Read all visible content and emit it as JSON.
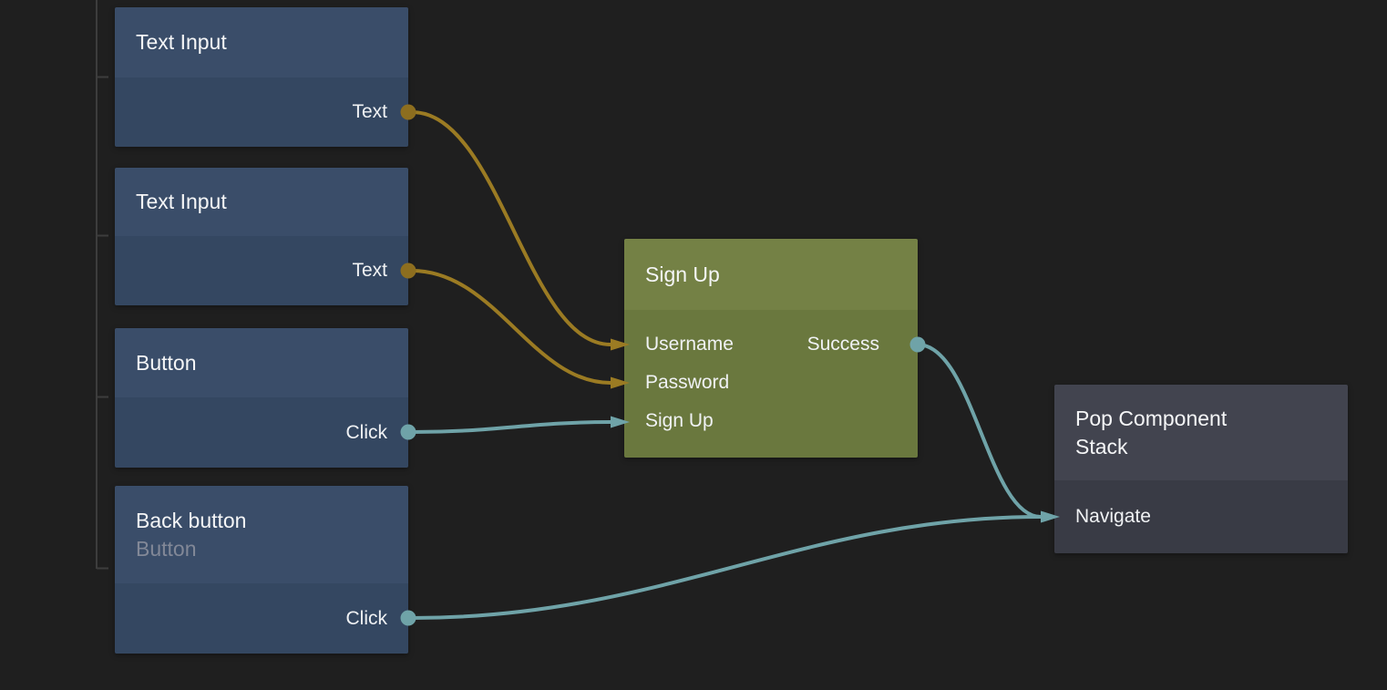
{
  "app": {
    "view": "visual-node-graph-editor"
  },
  "colors": {
    "background": "#1f1f1f",
    "node_blue_header": "#3a4d69",
    "node_blue_body": "#344761",
    "node_green_header": "#748145",
    "node_green_body": "#6a783e",
    "node_gray_header": "#42444f",
    "node_gray_body": "#393b45",
    "wire_orange": "#9b7b23",
    "wire_teal": "#6fa3a8",
    "dot_orange": "#8d6e1f",
    "hierarchy_line": "#3d3d3d",
    "title_text": "#f5f6f7",
    "subtitle_text": "#828897"
  },
  "nodes": [
    {
      "title": "Text Input",
      "outputs": [
        {
          "label": "Text",
          "wire_color": "orange"
        }
      ]
    },
    {
      "title": "Text Input",
      "outputs": [
        {
          "label": "Text",
          "wire_color": "orange"
        }
      ]
    },
    {
      "title": "Button",
      "outputs": [
        {
          "label": "Click",
          "wire_color": "teal"
        }
      ]
    },
    {
      "title": "Back button",
      "subtitle": "Button",
      "outputs": [
        {
          "label": "Click",
          "wire_color": "teal"
        }
      ]
    },
    {
      "title": "Sign Up",
      "inputs": [
        {
          "label": "Username"
        },
        {
          "label": "Password"
        },
        {
          "label": "Sign Up"
        }
      ],
      "outputs": [
        {
          "label": "Success",
          "wire_color": "teal"
        }
      ]
    },
    {
      "title": "Pop Component Stack",
      "inputs": [
        {
          "label": "Navigate"
        }
      ]
    }
  ],
  "connections": [
    {
      "from": "Text Input #1 / Text",
      "to": "Sign Up / Username",
      "color": "orange"
    },
    {
      "from": "Text Input #2 / Text",
      "to": "Sign Up / Password",
      "color": "orange"
    },
    {
      "from": "Button / Click",
      "to": "Sign Up / Sign Up",
      "color": "teal"
    },
    {
      "from": "Sign Up / Success",
      "to": "Pop Component Stack / Navigate",
      "color": "teal"
    },
    {
      "from": "Back button / Click",
      "to": "Pop Component Stack / Navigate",
      "color": "teal"
    }
  ]
}
